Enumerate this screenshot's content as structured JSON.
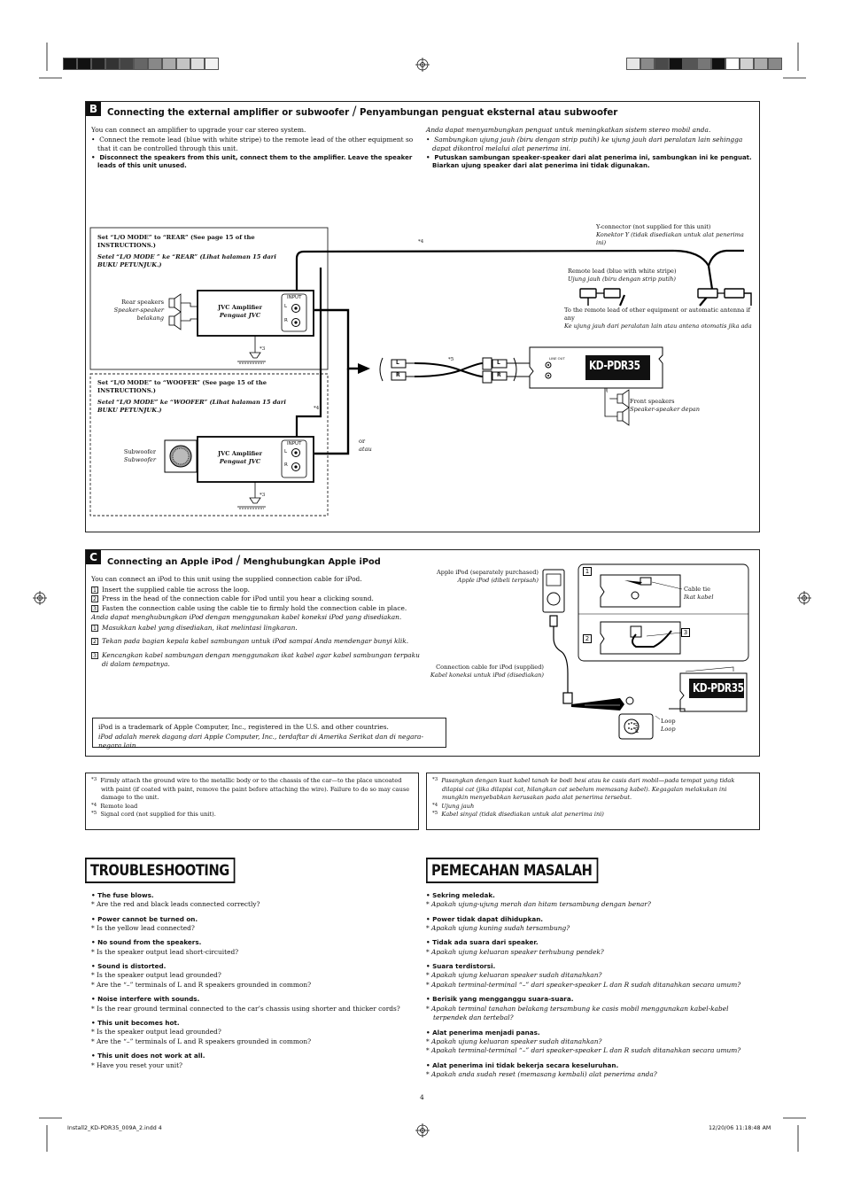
{
  "colors": {
    "left_bar": [
      "#111111",
      "#111111",
      "#222222",
      "#333333",
      "#444444",
      "#666666",
      "#888888",
      "#aaaaaa",
      "#c4c4c4",
      "#dedede",
      "#f2f2f2"
    ],
    "right_bar": [
      "#e6e6e6",
      "#8a8a8a",
      "#4a4a4a",
      "#111111",
      "#555555",
      "#777777",
      "#111111",
      "#ffffff",
      "#d0d0d0",
      "#aaaaaa",
      "#888888"
    ]
  },
  "sectionB": {
    "tag": "B",
    "title_en": "Connecting the external amplifier or subwoofer",
    "sep": "/",
    "title_id": "Penyambungan penguat eksternal atau subwoofer",
    "intro_en": "You can connect an amplifier to upgrade your car stereo system.",
    "bullet1_en": "Connect the remote lead (blue with white stripe) to the remote lead of the other equipment so that it can be controlled through this unit.",
    "bullet2_en": "Disconnect the speakers from this unit, connect them to the amplifier. Leave the speaker leads of this unit unused.",
    "intro_id": "Anda dapat menyambungkan penguat untuk meningkatkan sistem stereo mobil anda.",
    "bullet1_id": "Sambungkan ujung jauh (biru dengan strip putih) ke ujung jauh dari peralatan lain sehingga dapat dikontrol melalui alat penerima ini.",
    "bullet2_id": "Putuskan sambungan speaker-speaker dari alat penerima ini, sambungkan ini ke penguat. Biarkan ujung speaker dari alat penerima ini tidak digunakan.",
    "rear_note_en": "Set “L/O MODE” to “REAR” (See page 15 of the INSTRUCTIONS.)",
    "rear_note_id": "Setel “L/O MODE ” ke “REAR” (Lihat halaman 15 dari BUKU PETUNJUK.)",
    "woofer_note_en": "Set “L/O MODE” to “WOOFER” (See page 15 of the INSTRUCTIONS.)",
    "woofer_note_id": "Setel “L/O MODE” ke “WOOFER” (Lihat halaman 15 dari BUKU PETUNJUK.)",
    "rear_speakers_en": "Rear speakers",
    "rear_speakers_id": "Speaker-speaker belakang",
    "amp_en": "JVC Amplifier",
    "amp_id": "Penguat JVC",
    "input": "INPUT",
    "l": "L",
    "r": "R",
    "star3": "*3",
    "star4": "*4",
    "star5": "*5",
    "subwoofer_en": "Subwoofer",
    "subwoofer_id": "Subwoofer",
    "or_en": "or",
    "or_id": "atau",
    "yconn_en": "Y-connector (not supplied for this unit)",
    "yconn_id": "Konektor Y (tidak disediakan untuk alat penerima ini)",
    "remote_en": "Remote lead (blue with white stripe)",
    "remote_id": "Ujung jauh (biru dengan strip putih)",
    "remote_to_en": "To the remote lead of other equipment or automatic antenna if any",
    "remote_to_id": "Ke ujung jauh dari peralatan lain atau antena otomatis jika ada",
    "model": "KD-PDR35",
    "line_out": "LINE OUT",
    "front_en": "Front speakers",
    "front_id": "Speaker-speaker depan"
  },
  "sectionC": {
    "tag": "C",
    "title_en": "Connecting an Apple iPod",
    "sep": "/",
    "title_id": "Menghubungkan Apple iPod",
    "intro_en": "You can connect an iPod to this unit using the supplied connection cable for iPod.",
    "steps_en": [
      "Insert the supplied cable tie across the loop.",
      "Press in the head of the connection cable for iPod until you hear a clicking sound.",
      "Fasten the connection cable using the cable tie to firmly hold the connection cable in place."
    ],
    "intro_id": "Anda dapat menghubungkan iPod dengan menggunakan kabel koneksi iPod yang disediakan.",
    "steps_id": [
      "Masukkan kabel yang disediakan, ikat melintasi lingkaran.",
      "Tekan pada bagian kepala kabel sambungan untuk iPod sampai Anda mendengar bunyi klik.",
      "Kencangkan kabel sambungan dengan menggunakan ikat kabel agar kabel sambungan terpaku di dalam tempatnya."
    ],
    "step_nums": [
      "1",
      "2",
      "3"
    ],
    "trademark_en": "iPod is a trademark of Apple Computer, Inc., registered in the U.S. and other countries.",
    "trademark_id": "iPod adalah merek dagang dari Apple Computer, Inc., terdaftar di Amerika Serikat dan di negara-negara lain.",
    "ipod_en": "Apple iPod (separately purchased)",
    "ipod_id": "Apple iPod (dibeli terpisah)",
    "cable_en": "Connection cable for iPod (supplied)",
    "cable_id": "Kabel koneksi untuk iPod (disediakan)",
    "cabletie_en": "Cable tie",
    "cabletie_id": "Ikat kabel",
    "loop_en": "Loop",
    "loop_id": "Loop",
    "ipod_label": "iPod",
    "model": "KD-PDR35"
  },
  "footnotes_en": [
    {
      "mark": "*3",
      "text": "Firmly attach the ground wire to the metallic body or to the chassis of the car—to the place uncoated with paint (if coated with paint, remove the paint before attaching the wire). Failure to do so may cause damage to the unit."
    },
    {
      "mark": "*4",
      "text": "Remote lead"
    },
    {
      "mark": "*5",
      "text": "Signal cord (not supplied for this unit)."
    }
  ],
  "footnotes_id": [
    {
      "mark": "*3",
      "text": "Pasangkan dengan kuat kabel tanah ke bodi besi atau ke casis dari mobil—pada tempat yang tidak dilapisi cat (jika dilapisi cat, hilangkan cat sebelum memasang kabel). Kegagalan melakukan ini mungkin menyebabkan kerusakan pada alat penerima tersebut."
    },
    {
      "mark": "*4",
      "text": "Ujung jauh"
    },
    {
      "mark": "*5",
      "text": "Kabel sinyal (tidak disediakan untuk alat penerima ini)"
    }
  ],
  "troubleshooting": {
    "title": "TROUBLESHOOTING",
    "items": [
      {
        "q": "The fuse blows.",
        "a": [
          "Are the red and black leads connected correctly?"
        ]
      },
      {
        "q": "Power cannot be turned on.",
        "a": [
          "Is the yellow lead connected?"
        ]
      },
      {
        "q": "No sound from the speakers.",
        "a": [
          "Is the speaker output lead short-circuited?"
        ]
      },
      {
        "q": "Sound is distorted.",
        "a": [
          "Is the speaker output lead grounded?",
          "Are the “–” terminals of L and R speakers grounded in common?"
        ]
      },
      {
        "q": "Noise interfere with sounds.",
        "a": [
          "Is the rear ground terminal connected to the car’s chassis using shorter and thicker cords?"
        ]
      },
      {
        "q": "This unit becomes hot.",
        "a": [
          "Is the speaker output lead grounded?",
          "Are the “–” terminals of L and R speakers grounded in common?"
        ]
      },
      {
        "q": "This unit does not work at all.",
        "a": [
          "Have you reset your unit?"
        ]
      }
    ]
  },
  "pemecahan": {
    "title": "PEMECAHAN MASALAH",
    "items": [
      {
        "q": "Sekring meledak.",
        "a": [
          "Apakah ujung-ujung merah dan hitam tersambung dengan benar?"
        ]
      },
      {
        "q": "Power tidak dapat dihidupkan.",
        "a": [
          "Apakah ujung kuning sudah tersambung?"
        ]
      },
      {
        "q": "Tidak ada suara dari speaker.",
        "a": [
          "Apakah ujung keluaran speaker terhubung pendek?"
        ]
      },
      {
        "q": "Suara terdistorsi.",
        "a": [
          "Apakah ujung keluaran speaker sudah ditanahkan?",
          "Apakah terminal-terminal “–” dari speaker-speaker L dan R sudah ditanahkan secara umum?"
        ]
      },
      {
        "q": "Berisik yang mengganggu suara-suara.",
        "a": [
          "Apakah terminal tanahan belakang tersambung ke casis mobil menggunakan kabel-kabel terpendek dan tertebal?"
        ]
      },
      {
        "q": "Alat penerima menjadi panas.",
        "a": [
          "Apakah ujung keluaran speaker sudah ditanahkan?",
          "Apakah terminal-terminal “–” dari speaker-speaker L dan R sudah ditanahkan secara umum?"
        ]
      },
      {
        "q": "Alat penerima ini tidak bekerja secara keseluruhan.",
        "a": [
          "Apakah anda sudah reset (memasang kembali) alat penerima anda?"
        ]
      }
    ]
  },
  "page_number": "4",
  "footer_file": "Install2_KD-PDR35_009A_2.indd   4",
  "footer_date": "12/20/06   11:18:48 AM"
}
